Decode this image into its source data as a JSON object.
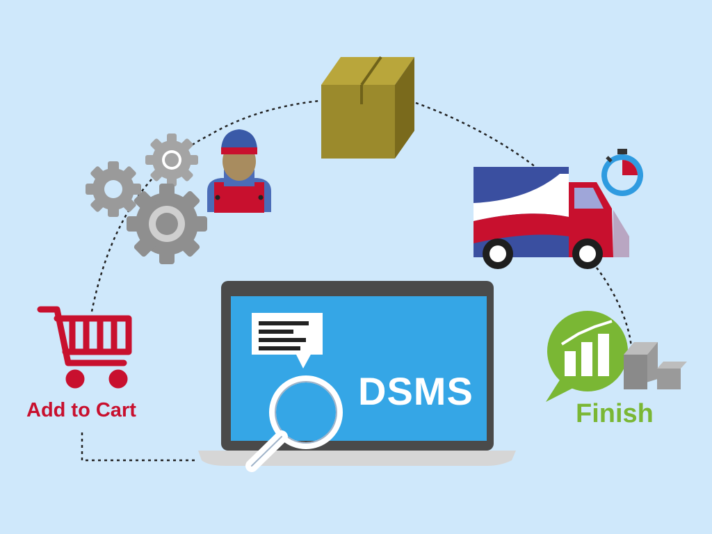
{
  "labels": {
    "add_to_cart": "Add to Cart",
    "finish": "Finish",
    "brand": "DSMS"
  },
  "colors": {
    "background": "#cfe8fb",
    "cart_red": "#c8102e",
    "finish_green": "#7ab734",
    "screen_blue": "#35a6e6",
    "truck_blue": "#3a4fa0",
    "box_brown": "#9b8a2c"
  },
  "icons": [
    "shopping-cart-icon",
    "gears-icon",
    "worker-icon",
    "package-box-icon",
    "delivery-truck-icon",
    "stopwatch-icon",
    "growth-chart-bubble-icon",
    "boxes-icon",
    "laptop-icon",
    "document-bubble-icon",
    "magnifier-icon"
  ]
}
